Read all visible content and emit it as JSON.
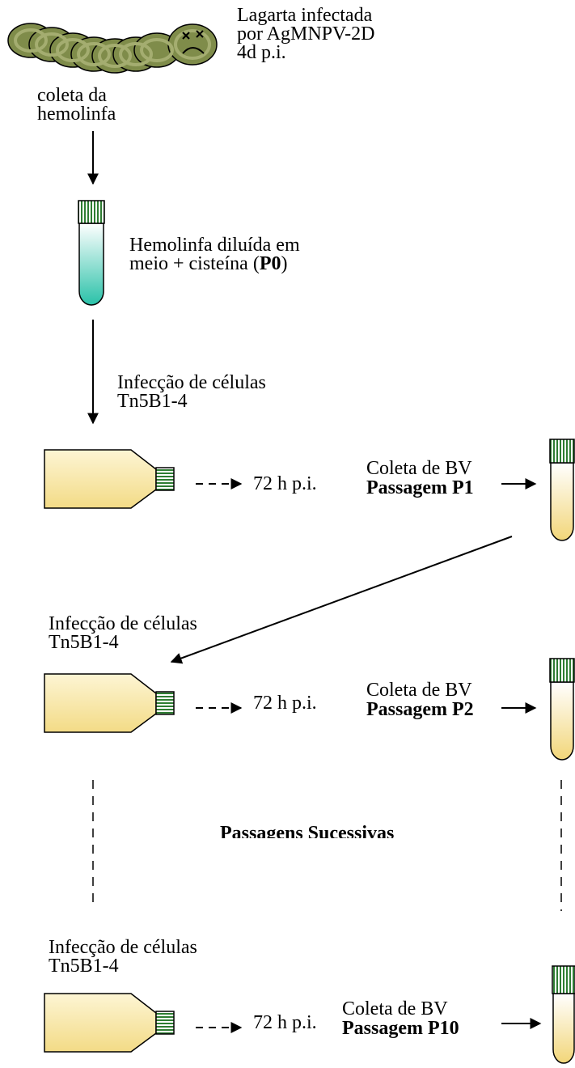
{
  "larva": {
    "title_lines": [
      "Lagarta infectada",
      "por AgMNPV-2D",
      "4d p.i."
    ],
    "collect_lines": [
      "coleta da",
      "hemolinfa"
    ]
  },
  "p0": {
    "line1": "Hemolinfa diluída em",
    "line2_prefix": "meio + cisteína (",
    "line2_bold": "P0",
    "line2_suffix": ")"
  },
  "infection_lines": [
    "Infecção de células",
    "Tn5B1-4"
  ],
  "incubation": "72 h p.i.",
  "collect_bv": "Coleta de BV",
  "passages": [
    "Passagem P1",
    "Passagem P2",
    "Passagem P10"
  ],
  "successive": "Passagens Sucessivas",
  "colors": {
    "larva_body": "#7f8c4a",
    "larva_ring": "#a4ad70",
    "tube_p0_liquid": "#29c1a8",
    "tube_bv_liquid": "#f2dc82",
    "flask_fill": "#f7e4a1",
    "cap_stripe": "#2e7d32"
  }
}
